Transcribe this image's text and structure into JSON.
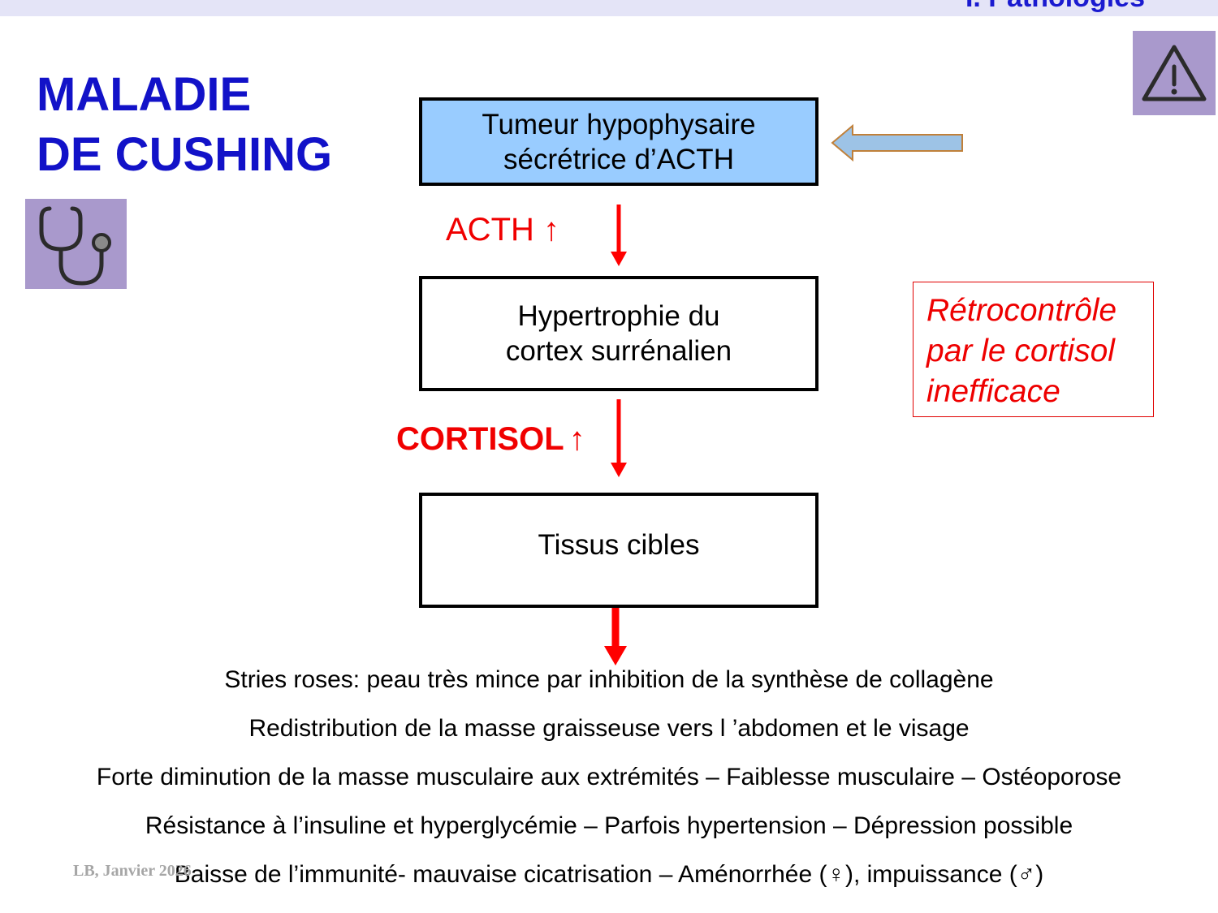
{
  "header": {
    "section_title": "I. Pathologies"
  },
  "title": {
    "line1": "MALADIE",
    "line2": "DE CUSHING"
  },
  "icons": {
    "warning": "warning-icon",
    "stethoscope": "stethoscope-icon",
    "icon_bg_color": "#a999cc"
  },
  "diagram": {
    "boxes": [
      {
        "label": "Tumeur hypophysaire\nsécrétrice d’ACTH",
        "fill": "#99ccff"
      },
      {
        "label": "Hypertrophie du\ncortex surrénalien",
        "fill": "#ffffff"
      },
      {
        "label": "Tissus cibles",
        "fill": "#ffffff"
      }
    ],
    "hormone1": {
      "name": "ACTH",
      "trend": "↑"
    },
    "hormone2": {
      "name": "CORTISOL",
      "trend": "↑"
    },
    "feedback": "Rétrocontrôle\npar le cortisol\ninefficace",
    "arrow_color": "#ff0000",
    "feedback_arrow_fill": "#9dc3e6",
    "feedback_arrow_stroke": "#c0803a"
  },
  "effects": [
    "Stries roses: peau très mince par inhibition de la synthèse de collagène",
    "Redistribution de la masse graisseuse vers l ’abdomen et le visage",
    "Forte diminution de la masse musculaire aux extrémités – Faiblesse musculaire – Ostéoporose",
    "Résistance à l’insuline et hyperglycémie – Parfois hypertension – Dépression possible",
    "Baisse de l’immunité- mauvaise cicatrisation – Aménorrhée (♀), impuissance (♂)"
  ],
  "footer": "LB, Janvier 2026"
}
